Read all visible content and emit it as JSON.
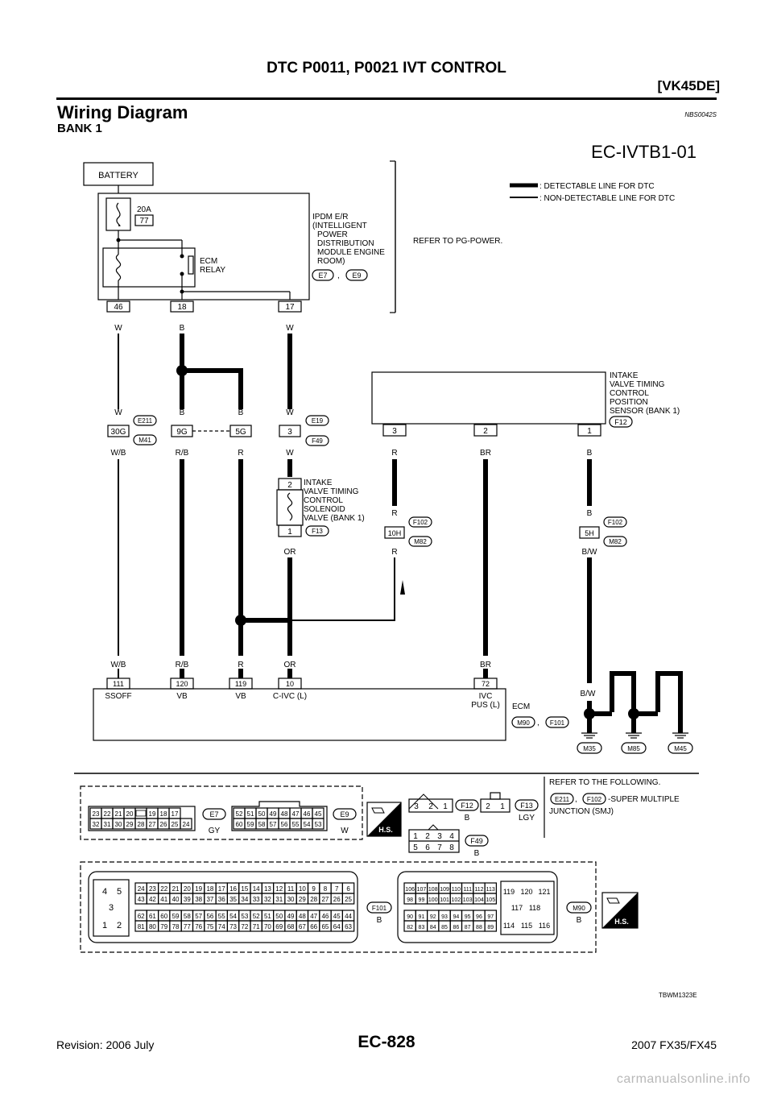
{
  "header": {
    "title": "DTC P0011, P0021 IVT CONTROL",
    "engine": "[VK45DE]"
  },
  "section": {
    "title": "Wiring Diagram",
    "code": "NBS0042S",
    "subtitle": "BANK 1"
  },
  "diagram": {
    "id": "EC-IVTB1-01",
    "battery": "BATTERY",
    "fuse_amps": "20A",
    "fuse_num": "77",
    "ipdm_lines": [
      "IPDM E/R",
      "(INTELLIGENT",
      "POWER",
      "DISTRIBUTION",
      "MODULE ENGINE",
      "ROOM)"
    ],
    "ipdm_conns": [
      "E7",
      "E9"
    ],
    "relay_lines": [
      "ECM",
      "RELAY"
    ],
    "refer_power": "REFER TO PG-POWER.",
    "legend": {
      "detectable": ": DETECTABLE LINE FOR DTC",
      "non_detectable": ": NON-DETECTABLE LINE FOR DTC"
    },
    "ipdm_pins": [
      "46",
      "18",
      "17"
    ],
    "wire_colors": {
      "w": "W",
      "b": "B",
      "wb": "W/B",
      "rb": "R/B",
      "r": "R",
      "or": "OR",
      "br": "BR",
      "bw": "B/W"
    },
    "smj_pins": [
      "30G",
      "9G",
      "5G"
    ],
    "smj_conns": [
      "E211",
      "M41"
    ],
    "pin3": "3",
    "e19_conns": [
      "E19",
      "F49"
    ],
    "solenoid_pins": [
      "2",
      "1"
    ],
    "solenoid_lines": [
      "INTAKE",
      "VALVE TIMING",
      "CONTROL",
      "SOLENOID",
      "VALVE (BANK 1)"
    ],
    "solenoid_conn": "F13",
    "sensor_lines": [
      "INTAKE",
      "VALVE TIMING",
      "CONTROL",
      "POSITION",
      "SENSOR (BANK 1)"
    ],
    "sensor_pins": [
      "3",
      "2",
      "1"
    ],
    "sensor_conn": "F12",
    "jc_pins": [
      "10H",
      "5H"
    ],
    "jc_conns": [
      "F102",
      "M82"
    ],
    "ecm_pins": [
      "111",
      "120",
      "119",
      "10",
      "72"
    ],
    "ecm_terms": [
      "SSOFF",
      "VB",
      "VB",
      "C-IVC (L)",
      "IVC",
      "PUS (L)"
    ],
    "ecm_label": "ECM",
    "ecm_conns": [
      "M90",
      "F101"
    ],
    "grounds": [
      "M35",
      "M85",
      "M45"
    ]
  },
  "connectors": {
    "e7": {
      "name": "E7",
      "color": "GY",
      "row1": [
        "23",
        "22",
        "21",
        "20",
        "",
        "19",
        "18",
        "17"
      ],
      "row2": [
        "32",
        "31",
        "30",
        "29",
        "28",
        "27",
        "26",
        "25",
        "24"
      ]
    },
    "e9": {
      "name": "E9",
      "color": "W",
      "row1": [
        "52",
        "51",
        "50",
        "49",
        "48",
        "47",
        "46",
        "45"
      ],
      "row2": [
        "60",
        "59",
        "58",
        "57",
        "56",
        "55",
        "54",
        "53"
      ]
    },
    "hs": "H.S.",
    "f12": {
      "name": "F12",
      "color": "B",
      "pins": [
        "3",
        "2",
        "1"
      ]
    },
    "f13": {
      "name": "F13",
      "color": "LGY",
      "pins": [
        "2",
        "1"
      ]
    },
    "f49": {
      "name": "F49",
      "color": "B",
      "row1": [
        "1",
        "2",
        "3",
        "4"
      ],
      "row2": [
        "5",
        "6",
        "7",
        "8"
      ]
    },
    "refer_lines": [
      "REFER TO THE FOLLOWING.",
      "-SUPER MULTIPLE",
      "JUNCTION (SMJ)"
    ],
    "refer_conns": [
      "E211",
      "F102"
    ],
    "f101": {
      "name": "F101",
      "color": "B",
      "left_grid": [
        "4",
        "5",
        "3",
        "1",
        "2"
      ],
      "r1": [
        "24",
        "23",
        "22",
        "21",
        "20",
        "19",
        "18",
        "17",
        "16",
        "15",
        "14",
        "13",
        "12",
        "11",
        "10",
        "9",
        "8",
        "7",
        "6"
      ],
      "r2": [
        "43",
        "42",
        "41",
        "40",
        "39",
        "38",
        "37",
        "36",
        "35",
        "34",
        "33",
        "32",
        "31",
        "30",
        "29",
        "28",
        "27",
        "26",
        "25"
      ],
      "r3": [
        "62",
        "61",
        "60",
        "59",
        "58",
        "57",
        "56",
        "55",
        "54",
        "53",
        "52",
        "51",
        "50",
        "49",
        "48",
        "47",
        "46",
        "45",
        "44"
      ],
      "r4": [
        "81",
        "80",
        "79",
        "78",
        "77",
        "76",
        "75",
        "74",
        "73",
        "72",
        "71",
        "70",
        "69",
        "68",
        "67",
        "66",
        "65",
        "64",
        "63"
      ]
    },
    "m90": {
      "name": "M90",
      "color": "B",
      "r1": [
        "106",
        "107",
        "108",
        "109",
        "110",
        "111",
        "112",
        "113"
      ],
      "r2": [
        "98",
        "99",
        "100",
        "101",
        "102",
        "103",
        "104",
        "105"
      ],
      "r3": [
        "90",
        "91",
        "92",
        "93",
        "94",
        "95",
        "96",
        "97"
      ],
      "r4": [
        "82",
        "83",
        "84",
        "85",
        "86",
        "87",
        "88",
        "89"
      ],
      "b1": [
        "119",
        "120",
        "121"
      ],
      "b2": [
        "117",
        "118"
      ],
      "b3": [
        "114",
        "115",
        "116"
      ]
    }
  },
  "figure_code": "TBWM1323E",
  "footer": {
    "page": "EC-828",
    "revision": "Revision: 2006 July",
    "model": "2007 FX35/FX45"
  },
  "watermark": "carmanualsonline.info"
}
